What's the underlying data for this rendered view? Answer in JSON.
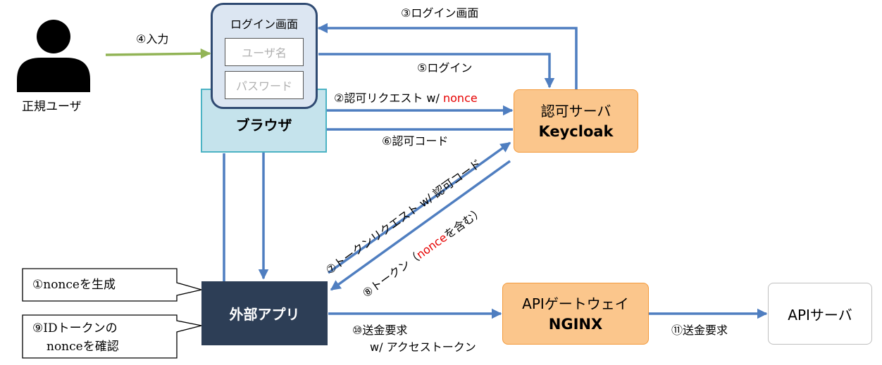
{
  "user": {
    "label": "正規ユーザ",
    "icon": "person-icon"
  },
  "login_window": {
    "title": "ログイン画面",
    "username_placeholder": "ユーザ名",
    "password_placeholder": "パスワード"
  },
  "browser": {
    "label": "ブラウザ"
  },
  "auth_server": {
    "line1": "認可サーバ",
    "line2": "Keycloak"
  },
  "app": {
    "label": "外部アプリ"
  },
  "gateway": {
    "line1": "APIゲートウェイ",
    "line2": "NGINX"
  },
  "api_server": {
    "label": "APIサーバ"
  },
  "steps": {
    "s1": "①nonceを生成",
    "s2_prefix": "②認可リクエスト w/ ",
    "s2_nonce": "nonce",
    "s3": "③ログイン画面",
    "s4": "④入力",
    "s5": "⑤ログイン",
    "s6": "⑥認可コード",
    "s7": "⑦トークンリクエスト w/ 認可コード",
    "s8_prefix": "⑧トークン（",
    "s8_nonce": "nonce",
    "s8_suffix": "を含む）",
    "s9_line1": "⑨IDトークンの",
    "s9_line2": "nonceを確認",
    "s10_line1": "⑩送金要求",
    "s10_line2": "w/ アクセストークン",
    "s11": "⑪送金要求"
  },
  "colors": {
    "arrow": "#4f7ec0",
    "user_arrow": "#92b456",
    "auth_fill": "#fbc68c",
    "browser_fill": "#c5e3ec",
    "login_fill": "#dce6f2",
    "app_fill": "#2d3e56",
    "nonce": "#e60000"
  }
}
